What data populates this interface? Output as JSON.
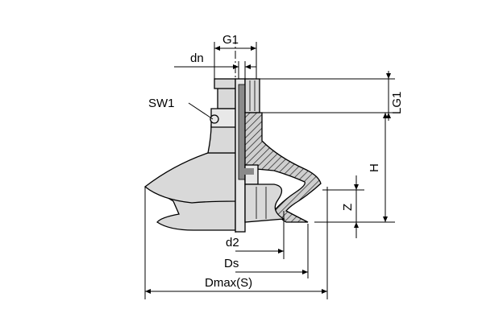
{
  "labels": {
    "g1": "G1",
    "dn": "dn",
    "sw1": "SW1",
    "lg1": "LG1",
    "h": "H",
    "z": "Z",
    "d2": "d2",
    "ds": "Ds",
    "dmax": "Dmax(S)"
  }
}
